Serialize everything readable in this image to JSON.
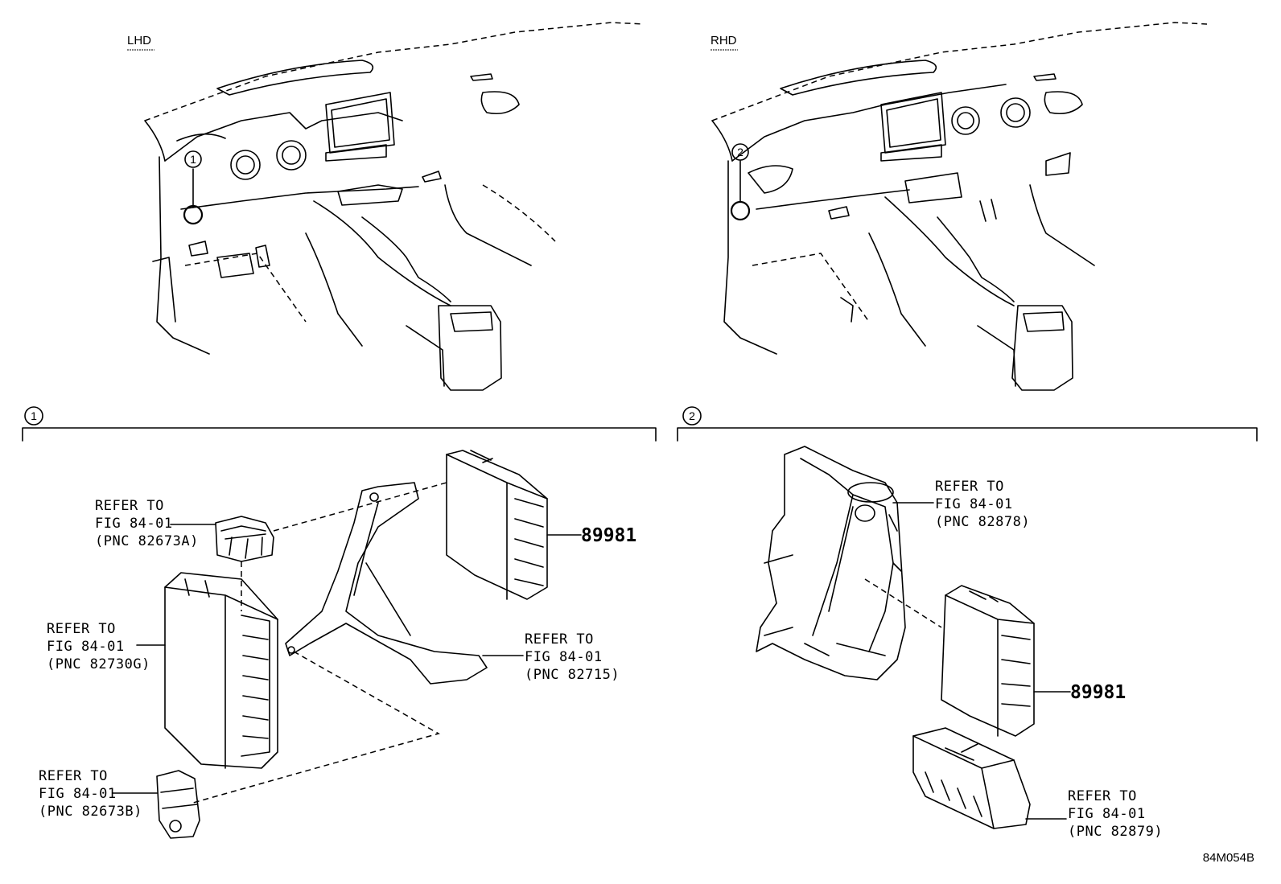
{
  "views": {
    "lhd": {
      "label": "LHD",
      "callout": "1"
    },
    "rhd": {
      "label": "RHD",
      "callout": "2"
    }
  },
  "sections": [
    {
      "id": "1"
    },
    {
      "id": "2"
    }
  ],
  "refer": {
    "a": {
      "l1": "REFER TO",
      "l2": "FIG 84-01",
      "l3": "(PNC 82673A)"
    },
    "b": {
      "l1": "REFER TO",
      "l2": "FIG 84-01",
      "l3": "(PNC 82730G)"
    },
    "c": {
      "l1": "REFER TO",
      "l2": "FIG 84-01",
      "l3": "(PNC 82673B)"
    },
    "d": {
      "l1": "REFER TO",
      "l2": "FIG 84-01",
      "l3": "(PNC 82715)"
    },
    "e": {
      "l1": "REFER TO",
      "l2": "FIG 84-01",
      "l3": "(PNC 82878)"
    },
    "f": {
      "l1": "REFER TO",
      "l2": "FIG 84-01",
      "l3": "(PNC 82879)"
    }
  },
  "part_numbers": {
    "left": "89981",
    "right": "89981"
  },
  "figure_code": "84M054B"
}
